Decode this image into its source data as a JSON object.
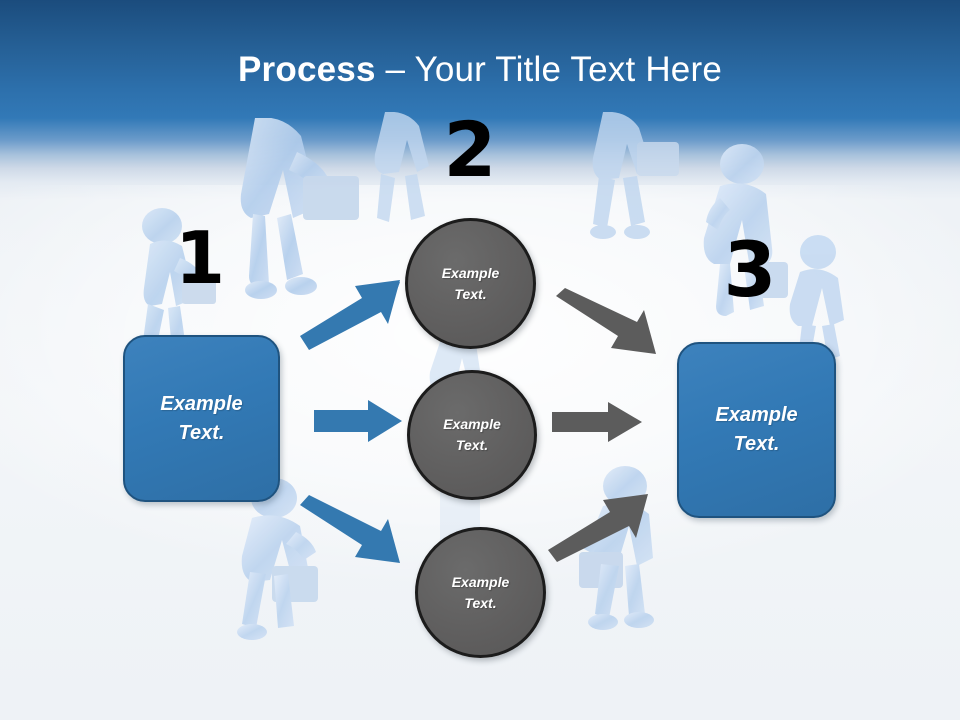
{
  "slide": {
    "title_bold": "Process",
    "title_rest": " – Your Title Text Here",
    "colors": {
      "header_top": "#1b4c7d",
      "header_bottom": "#3279b7",
      "background": "#eef2f6",
      "box_fill": "#3279b5",
      "box_border": "#1f537f",
      "circle_fill": "#605f5f",
      "circle_border": "#1c1c1c",
      "arrow_blue": "#3479b0",
      "arrow_gray": "#5c5c5c",
      "number_color": "#000000",
      "text_color": "#ffffff",
      "figure_color": "#bfd6ef"
    }
  },
  "steps": [
    {
      "number": "1",
      "name": "step-1"
    },
    {
      "number": "2",
      "name": "step-2"
    },
    {
      "number": "3",
      "name": "step-3"
    }
  ],
  "nodes": {
    "input_box": {
      "label": "Example\nText."
    },
    "output_box": {
      "label": "Example\nText."
    },
    "circle_top": {
      "label": "Example\nText."
    },
    "circle_middle": {
      "label": "Example\nText."
    },
    "circle_bottom": {
      "label": "Example\nText."
    }
  },
  "connectors": [
    {
      "name": "arrow-left-to-top",
      "color": "#3479b0",
      "direction": "up-right"
    },
    {
      "name": "arrow-left-to-middle",
      "color": "#3479b0",
      "direction": "right"
    },
    {
      "name": "arrow-left-to-bottom",
      "color": "#3479b0",
      "direction": "down-right"
    },
    {
      "name": "arrow-top-to-right",
      "color": "#5c5c5c",
      "direction": "down-right"
    },
    {
      "name": "arrow-middle-to-right",
      "color": "#5c5c5c",
      "direction": "right"
    },
    {
      "name": "arrow-bottom-to-right",
      "color": "#5c5c5c",
      "direction": "up-right"
    }
  ]
}
